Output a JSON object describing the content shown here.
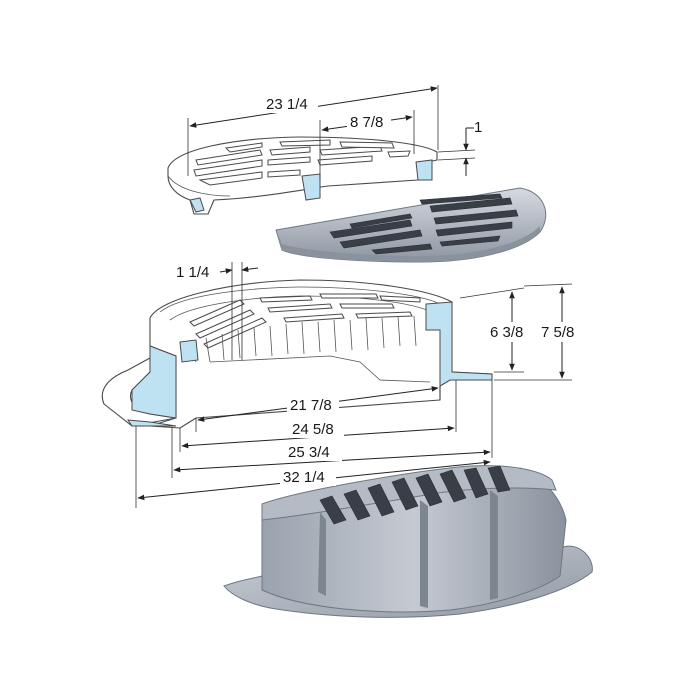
{
  "dimensions": {
    "grate_width": "23 1/4",
    "grate_half": "8 7/8",
    "grate_thickness": "1",
    "frame_lip": "1 1/4",
    "frame_inner_height": "6 3/8",
    "frame_total_height": "7 5/8",
    "opening_width": "21 7/8",
    "seat_width": "24 5/8",
    "frame_body_width": "25 3/4",
    "flange_width": "32 1/4"
  },
  "colors": {
    "section": "#bfe2f2",
    "metal_light": "#c7ccd4",
    "metal_dark": "#6f7782",
    "slot_dark": "#3a3f47"
  }
}
